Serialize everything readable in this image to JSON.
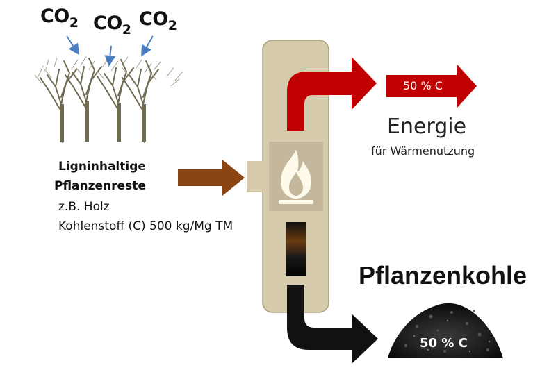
{
  "co2": {
    "text": "CO",
    "subscript": "2"
  },
  "input": {
    "title_line1": "Ligninhaltige",
    "title_line2": "Pflanzenreste",
    "example": "z.B. Holz",
    "carbon": "Kohlenstoff (C) 500 kg/Mg TM"
  },
  "energy": {
    "badge": "50 % C",
    "title": "Energie",
    "subtitle": "für Wärmenutzung"
  },
  "biochar": {
    "title": "Pflanzenkohle",
    "percent": "50 % C"
  },
  "colors": {
    "reactor": "#d6ccad",
    "reactor_border": "#aa9e7c",
    "heat_arrow": "#c00000",
    "input_arrow": "#8b4513",
    "char_arrow": "#111111",
    "co2_arrows": "#4a7fc1",
    "flame_box": "#c4b79c"
  },
  "icons": [
    "tree-icon",
    "flame-icon",
    "charcoal-pile-icon"
  ]
}
